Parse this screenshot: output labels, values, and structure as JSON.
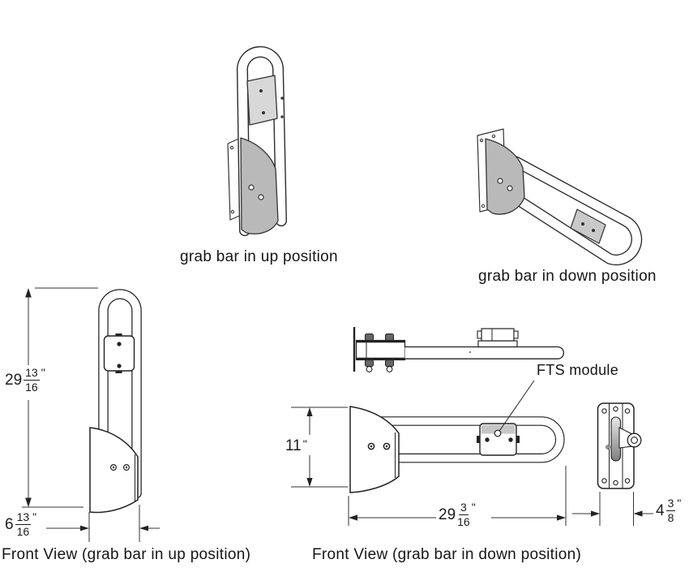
{
  "captions": {
    "iso_up": "grab bar in up position",
    "iso_down": "grab bar in down position",
    "front_up": "Front View (grab bar in up position)",
    "front_down": "Front View (grab bar in down position)"
  },
  "labels": {
    "fts_module": "FTS module"
  },
  "dimensions": {
    "overall_height_up": {
      "whole": "29",
      "num": "13",
      "den": "16",
      "unit": "\""
    },
    "depth_up": {
      "whole": "6",
      "num": "13",
      "den": "16",
      "unit": "\""
    },
    "bracket_height_down": {
      "whole": "11",
      "unit": "\""
    },
    "bar_length_down": {
      "whole": "29",
      "num": "3",
      "den": "16",
      "unit": "\""
    },
    "side_plate_width": {
      "whole": "4",
      "num": "3",
      "den": "8",
      "unit": "\""
    }
  },
  "style": {
    "line_color": "#2a2a2a",
    "bracket_gray": "#b9b9b9",
    "module_gray": "#c9c9c9",
    "background": "#ffffff"
  }
}
